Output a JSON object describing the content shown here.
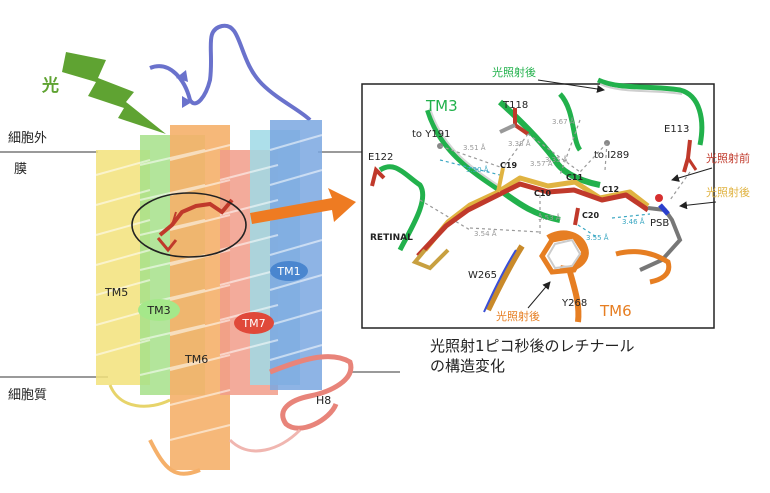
{
  "light_label": "光",
  "regions": {
    "extracellular": "細胞外",
    "membrane": "膜",
    "cytoplasm": "細胞質"
  },
  "protein": {
    "helices": [
      "TM1",
      "TM3",
      "TM5",
      "TM6",
      "TM7",
      "H8"
    ]
  },
  "inset": {
    "tm3": "TM3",
    "tm6": "TM6",
    "retinal": "RETINAL",
    "residues": [
      "T118",
      "E113",
      "E122",
      "W265",
      "Y268",
      "PSB"
    ],
    "targets": [
      "to Y191",
      "to I289"
    ],
    "atoms": [
      "C19",
      "C10",
      "C11",
      "C12",
      "C20"
    ],
    "distances": [
      "3.67 Å",
      "3.51 Å",
      "3.38 Å",
      "3.35 Å",
      "3.57 Å",
      "3.50 Å",
      "3.53 Å",
      "3.54 Å",
      "3.55 Å",
      "3.46 Å"
    ],
    "before_label": "光照射前",
    "after_label_top": "光照射後",
    "after_label_right": "光照射後",
    "after_label_bottom": "光照射後"
  },
  "caption": {
    "line1": "光照射1ピコ秒後のレチナール",
    "line2": "の構造変化"
  },
  "colors": {
    "light_bolt": "#5fa332",
    "before_red": "#c0392b",
    "after_yellow": "#e0b341",
    "tm3_green": "#22b14c",
    "tm6_orange": "#e67e22",
    "arrow_orange": "#ee7b22"
  }
}
